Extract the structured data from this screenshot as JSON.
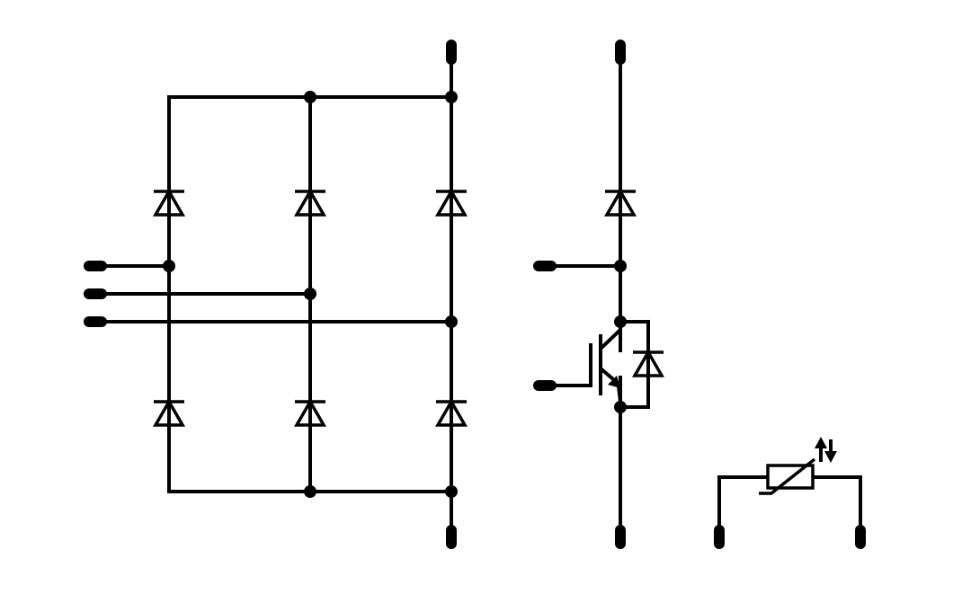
{
  "diagram": {
    "type": "electrical-schematic",
    "stroke_color": "#000000",
    "background_color": "#ffffff",
    "blocks": [
      {
        "name": "three-phase-diode-bridge-rectifier",
        "components": [
          "diode",
          "diode",
          "diode",
          "diode",
          "diode",
          "diode"
        ],
        "ac_input_terminals": 3,
        "dc_output_terminals": 2
      },
      {
        "name": "brake-chopper",
        "components": [
          "diode",
          "igbt-transistor",
          "freewheeling-diode"
        ],
        "terminals": 4
      },
      {
        "name": "ntc-thermistor",
        "components": [
          "temperature-dependent-resistor"
        ],
        "terminals": 2
      }
    ]
  }
}
